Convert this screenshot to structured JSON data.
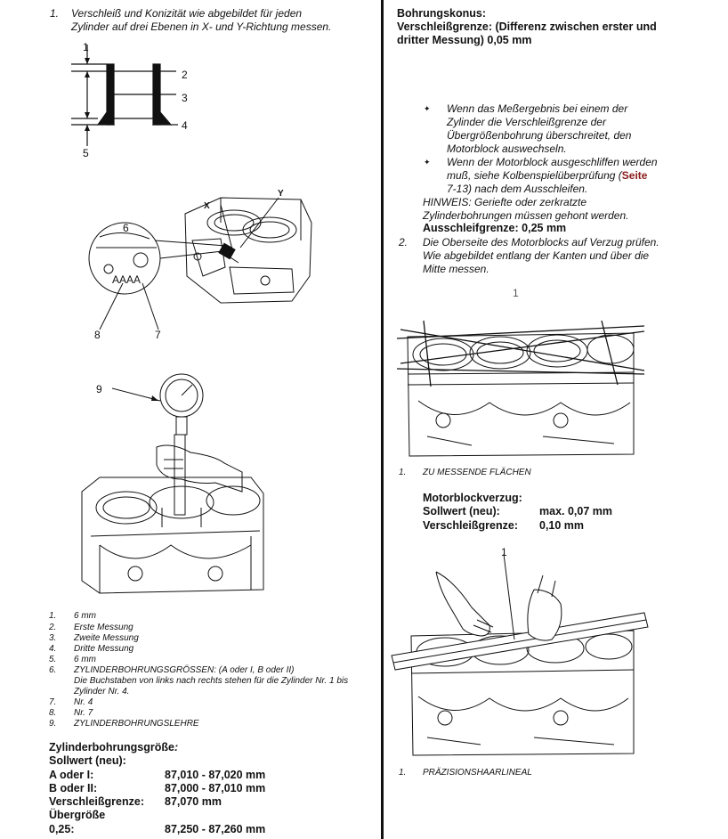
{
  "left": {
    "step1": {
      "number": "1.",
      "line1": "Verschleiß und Konizität wie abgebildet für jeden",
      "line2": "Zylinder auf drei Ebenen in X- und Y-Richtung messen."
    },
    "diagram1_labels": [
      "1",
      "2",
      "3",
      "4",
      "5"
    ],
    "diagram2_labels": {
      "six": "6",
      "seven": "7",
      "eight": "8",
      "x": "X",
      "y": "Y",
      "stamp": "AAAA"
    },
    "diagram3_label": "9",
    "legend": [
      {
        "n": "1.",
        "t": "6 mm"
      },
      {
        "n": "2.",
        "t": "Erste Messung"
      },
      {
        "n": "3.",
        "t": "Zweite Messung"
      },
      {
        "n": "4.",
        "t": "Dritte Messung"
      },
      {
        "n": "5.",
        "t": "6 mm"
      },
      {
        "n": "6.",
        "t": "ZYLINDERBOHRUNGSGRÖSSEN: (A oder I, B oder II)"
      },
      {
        "n": "",
        "t": "Die Buchstaben von links nach rechts stehen für die Zylinder Nr. 1 bis"
      },
      {
        "n": "",
        "t": "Zylinder Nr. 4."
      },
      {
        "n": "7.",
        "t": "Nr. 4"
      },
      {
        "n": "8.",
        "t": "Nr. 7"
      },
      {
        "n": "9.",
        "t": "ZYLINDERBOHRUNGSLEHRE"
      }
    ],
    "specs": {
      "title": "Zylinderbohrungsgröße",
      "title_suffix": ":",
      "rows": [
        {
          "label": "Sollwert (neu):",
          "value": ""
        },
        {
          "label": "A oder I:",
          "value": "87,010 - 87,020 mm"
        },
        {
          "label": "B oder II:",
          "value": "87,000 - 87,010 mm"
        },
        {
          "label": "Verschleißgrenze:",
          "value": "87,070 mm"
        },
        {
          "label": "Übergröße",
          "value": ""
        },
        {
          "label": "0,25:",
          "value": "87,250 - 87,260 mm"
        }
      ]
    }
  },
  "right": {
    "heading1": "Bohrungskonus:",
    "heading2": "Verschleißgrenze: (Differenz zwischen erster und",
    "heading3": "dritter Messung) 0,05 mm",
    "bullets": [
      {
        "lines": [
          "Wenn das Meßergebnis bei einem der",
          "Zylinder die Verschleißgrenze der",
          "Übergrößenbohrung überschreitet, den",
          "Motorblock auswechseln."
        ]
      },
      {
        "lines": [
          "Wenn der Motorblock ausgeschliffen werden",
          "muß, siehe Kolbenspielüberprüfung ("
        ]
      }
    ],
    "link_text": "Seite",
    "bullet2_end": "7-13) nach dem Ausschleifen.",
    "hinweis1": "HINWEIS: Geriefte oder zerkratzte",
    "hinweis2": "Zylinderbohrungen müssen gehont werden.",
    "ausschleif": "Ausschleifgrenze: 0,25 mm",
    "step2": {
      "number": "2.",
      "line1": "Die Oberseite des Motorblocks auf Verzug prüfen.",
      "line2": "Wie abgebildet entlang der Kanten und über die",
      "line3": "Mitte messen."
    },
    "diagram4_label": "1",
    "caption1": {
      "n": "1.",
      "t": "ZU MESSENDE FLÄCHEN"
    },
    "verzug": {
      "title": "Motorblockverzug:",
      "rows": [
        {
          "label": "Sollwert (neu):",
          "value": "max. 0,07 mm"
        },
        {
          "label": "Verschleißgrenze:",
          "value": "0,10 mm"
        }
      ]
    },
    "diagram5_label": "1",
    "caption2": {
      "n": "1.",
      "t": "PRÄZISIONSHAARLINEAL"
    }
  },
  "colors": {
    "link": "#8b1a1a",
    "ink": "#111111"
  }
}
